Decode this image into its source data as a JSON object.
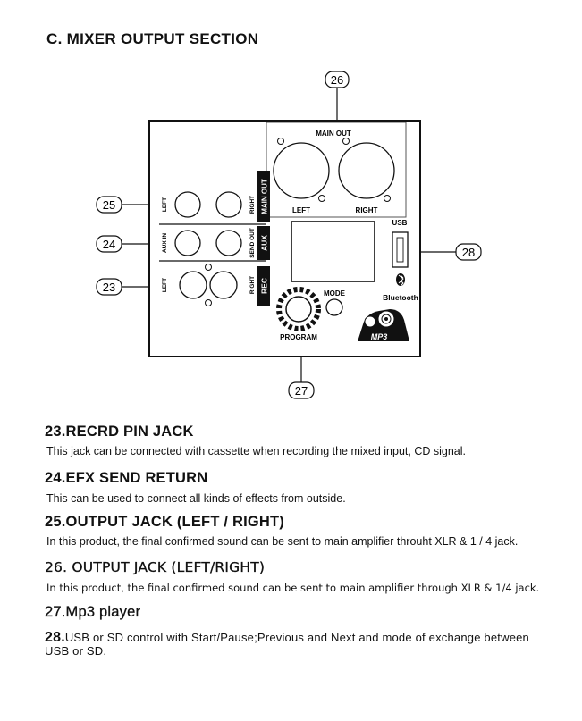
{
  "page_title": "C. MIXER OUTPUT SECTION",
  "callouts": {
    "c23": "23",
    "c24": "24",
    "c25": "25",
    "c26": "26",
    "c27": "27",
    "c28": "28"
  },
  "panel": {
    "main_out": "MAIN OUT",
    "main_left": "LEFT",
    "main_right": "RIGHT",
    "usb": "USB",
    "bluetooth": "Bluetooth",
    "mode": "MODE",
    "program": "PROGRAM",
    "mp3": "MP3",
    "row25_left": "LEFT",
    "row25_right": "RIGHT",
    "tab_main_out": "MAIN OUT",
    "row24_left": "AUX IN",
    "row24_right": "SEND OUT",
    "tab_aux": "AUX",
    "row23_left": "LEFT",
    "row23_right": "RIGHT",
    "tab_rec": "REC"
  },
  "sections": [
    {
      "heading": "23.RECRD PIN JACK",
      "text": "This jack can be connected with cassette  when recording the mixed input, CD signal."
    },
    {
      "heading": "24.EFX SEND RETURN",
      "text": "This can be used to connect all kinds of effects from outside."
    },
    {
      "heading": "25.OUTPUT JACK (LEFT / RIGHT)",
      "text": "In this product, the final confirmed sound can be sent to main amplifier throuht XLR & 1 / 4 jack."
    },
    {
      "heading": "26. OUTPUT JACK (LEFT/RIGHT)",
      "text": "In this product, the final confirmed sound can be sent to main amplifier through XLR & 1/4 jack."
    },
    {
      "heading": "27.Mp3 player",
      "text": ""
    },
    {
      "number": "28.",
      "text": "USB or SD control with Start/Pause;Previous and Next and mode of exchange between USB or SD."
    }
  ]
}
